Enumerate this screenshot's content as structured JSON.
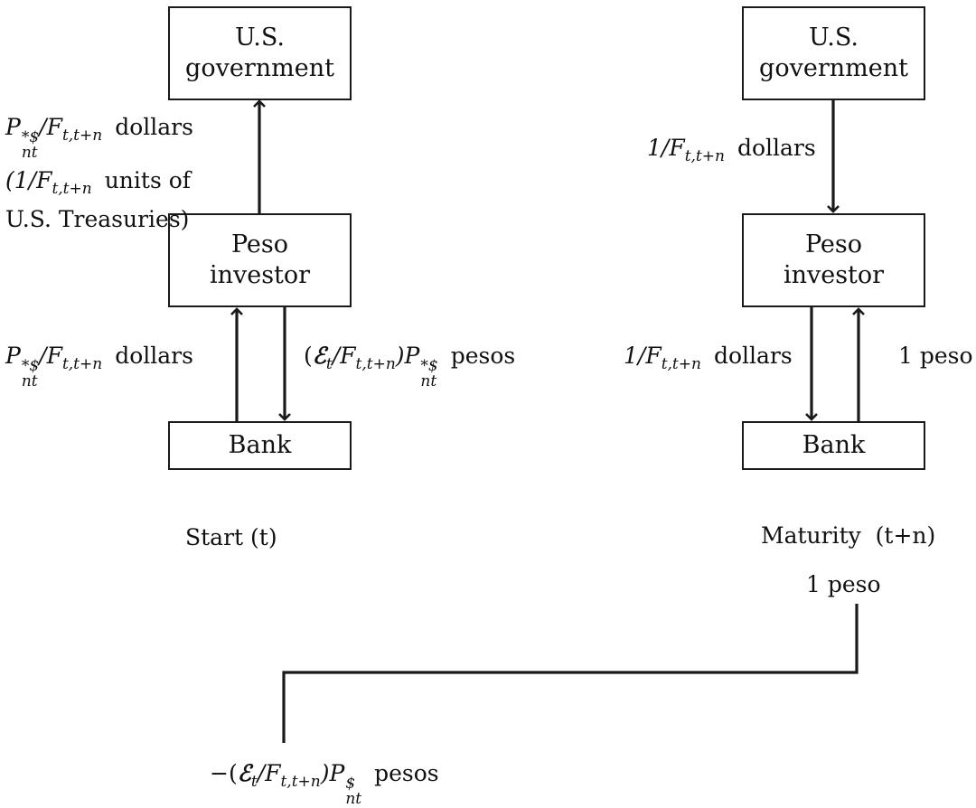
{
  "left": {
    "gov_box": {
      "line1": "U.S.",
      "line2": "government"
    },
    "investor_box": {
      "line1": "Peso",
      "line2": "investor"
    },
    "bank_box": {
      "label": "Bank"
    },
    "gov_flow": {
      "line1_frac": "/F",
      "line1_sub": "t,t+n",
      "line1_unit": "dollars",
      "line2_open": "(1/F",
      "line2_sub": "t,t+n",
      "line2_tail": "units of",
      "line3": "U.S. Treasuries)"
    },
    "bank_to_investor": {
      "P": "P",
      "sup": "*$",
      "sub": "nt",
      "frac": "/F",
      "fsub": "t,t+n",
      "unit": "dollars"
    },
    "investor_to_bank": {
      "open": "(",
      "cal": "ℰ",
      "calsub": "t",
      "frac": "/F",
      "fsub": "t,t+n",
      "close": ")P",
      "sup": "*$",
      "sub": "nt",
      "unit": "pesos"
    },
    "stage": "Start (t)"
  },
  "right": {
    "gov_box": {
      "line1": "U.S.",
      "line2": "government"
    },
    "investor_box": {
      "line1": "Peso",
      "line2": "investor"
    },
    "bank_box": {
      "label": "Bank"
    },
    "gov_to_investor": {
      "frac": "1/F",
      "sub": "t,t+n",
      "unit": "dollars"
    },
    "investor_to_bank": {
      "frac": "1/F",
      "sub": "t,t+n",
      "unit": "dollars"
    },
    "bank_to_investor": {
      "label": "1 peso"
    },
    "stage": "Maturity  (t+n)"
  },
  "cashflow": {
    "top_label": "1 peso",
    "bottom": {
      "open": "−(",
      "cal": "ℰ",
      "calsub": "t",
      "frac": "/F",
      "fsub": "t,t+n",
      "close": ")P",
      "sup": "$",
      "sub": "nt",
      "unit": "pesos"
    }
  },
  "colors": {
    "line": "#1a1a1a"
  }
}
